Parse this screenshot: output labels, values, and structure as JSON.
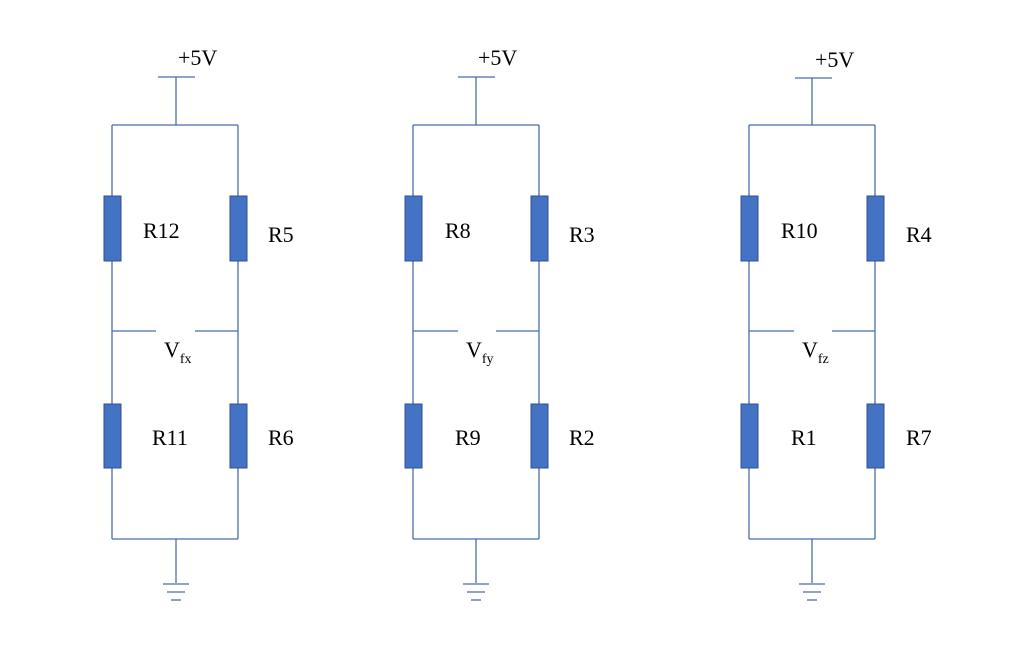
{
  "colors": {
    "wire": "#4a6ca8",
    "resistor": "#4472c4",
    "resistor_border": "#2f528f",
    "text": "#000000"
  },
  "bridges": [
    {
      "supply": "+5V",
      "upper_left": "R12",
      "upper_right": "R5",
      "lower_left": "R11",
      "lower_right": "R6",
      "output_main": "V",
      "output_sub": "fx"
    },
    {
      "supply": "+5V",
      "upper_left": "R8",
      "upper_right": "R3",
      "lower_left": "R9",
      "lower_right": "R2",
      "output_main": "V",
      "output_sub": "fy"
    },
    {
      "supply": "+5V",
      "upper_left": "R10",
      "upper_right": "R4",
      "lower_left": "R1",
      "lower_right": "R7",
      "output_main": "V",
      "output_sub": "fz"
    }
  ]
}
